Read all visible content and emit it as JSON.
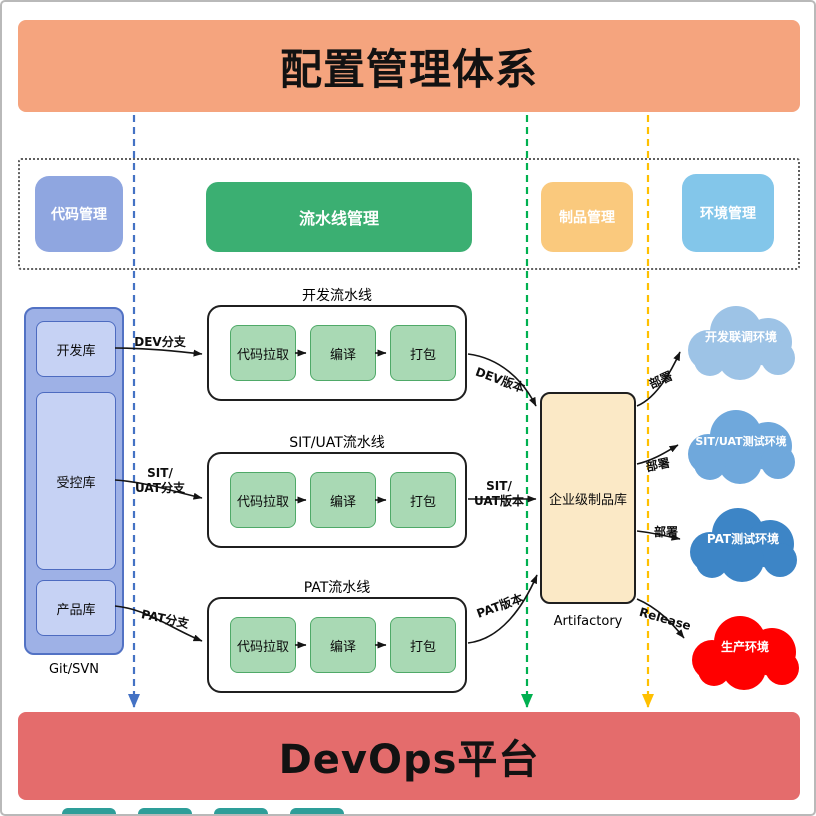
{
  "header": {
    "title": "配置管理体系",
    "bg": "#F5A47E"
  },
  "footer": {
    "title": "DevOps平台",
    "bg": "#E46C6C"
  },
  "lanes": [
    {
      "label": "代码管理",
      "color": "#8FA6E0"
    },
    {
      "label": "流水线管理",
      "color": "#3BAF72"
    },
    {
      "label": "制品管理",
      "color": "#FAC97D"
    },
    {
      "label": "环境管理",
      "color": "#83C6EA"
    }
  ],
  "lane_lines": [
    {
      "name": "code-lane",
      "color": "#4472C4"
    },
    {
      "name": "pipeline-lane",
      "color": "#00B050"
    },
    {
      "name": "artifact-lane",
      "color": "#FFC000"
    }
  ],
  "repo_group": {
    "caption": "Git/SVN",
    "bg": "#9EB1E6",
    "items": [
      {
        "label": "开发库"
      },
      {
        "label": "受控库"
      },
      {
        "label": "产品库"
      }
    ]
  },
  "pipelines": [
    {
      "title": "开发流水线",
      "steps": [
        "代码拉取",
        "编译",
        "打包"
      ],
      "branch": "DEV分支",
      "version": "DEV版本"
    },
    {
      "title": "SIT/UAT流水线",
      "steps": [
        "代码拉取",
        "编译",
        "打包"
      ],
      "branch": "SIT/\nUAT分支",
      "version": "SIT/\nUAT版本"
    },
    {
      "title": "PAT流水线",
      "steps": [
        "代码拉取",
        "编译",
        "打包"
      ],
      "branch": "PAT分支",
      "version": "PAT版本"
    }
  ],
  "artifact_repo": {
    "label": "企业级制品库",
    "caption": "Artifactory",
    "bg": "#FBE9C6"
  },
  "environments": [
    {
      "label": "开发联调环境",
      "color": "#9DC3E6",
      "deploy": "部署"
    },
    {
      "label": "SIT/UAT测试环境",
      "color": "#6FA8DC",
      "deploy": "部署"
    },
    {
      "label": "PAT测试环境",
      "color": "#3D85C6",
      "deploy": "部署"
    },
    {
      "label": "生产环境",
      "color": "#FF0000",
      "deploy": "Release"
    }
  ],
  "bottom_strip": {
    "color": "#2E9E99"
  }
}
